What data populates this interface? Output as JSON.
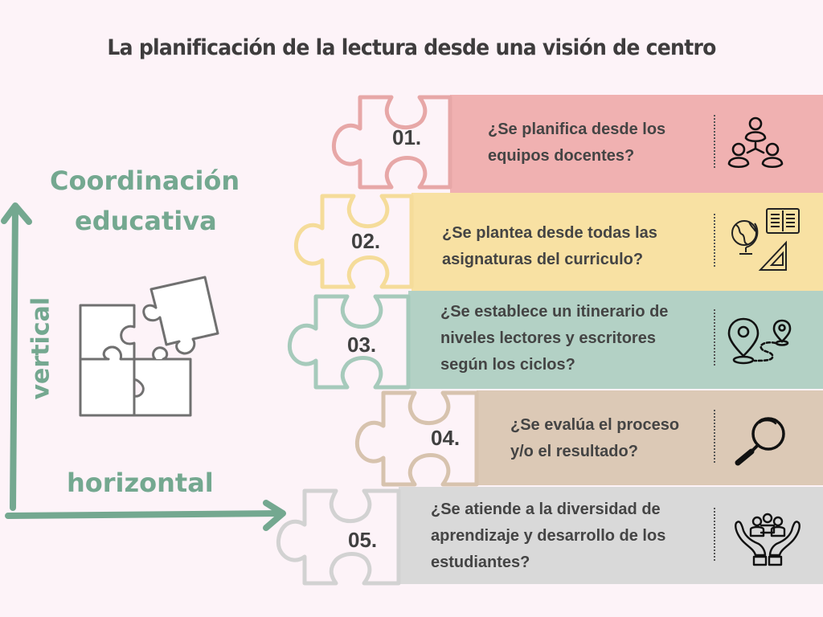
{
  "title": "La planificación de la lectura desde una visión de centro",
  "left_panel": {
    "heading_line1": "Coordinación",
    "heading_line2": "educativa",
    "vertical_axis_label": "vertical",
    "horizontal_axis_label": "horizontal",
    "accent_color": "#74a890"
  },
  "items": [
    {
      "number": "01.",
      "line1": "¿Se planifica desde los",
      "line2": "equipos docentes?",
      "line3": "",
      "color": "#f0b1b1",
      "icon": "people-network-icon"
    },
    {
      "number": "02.",
      "line1": "¿Se plantea desde todas las",
      "line2": "asignaturas del curriculo?",
      "line3": "",
      "color": "#f8e1a3",
      "icon": "globe-book-ruler-icon"
    },
    {
      "number": "03.",
      "line1": "¿Se establece un itinerario de",
      "line2": "niveles lectores y escritores",
      "line3": "según los ciclos?",
      "color": "#b3d1c5",
      "icon": "map-route-pins-icon"
    },
    {
      "number": "04.",
      "line1": "¿Se evalúa el proceso",
      "line2": "y/o el resultado?",
      "line3": "",
      "color": "#dcc9b6",
      "icon": "magnifier-icon"
    },
    {
      "number": "05.",
      "line1": "¿Se atiende a la diversidad de",
      "line2": "aprendizaje y desarrollo de los",
      "line3": "estudiantes?",
      "color": "#d9d9d9",
      "icon": "hands-holding-people-icon"
    }
  ]
}
